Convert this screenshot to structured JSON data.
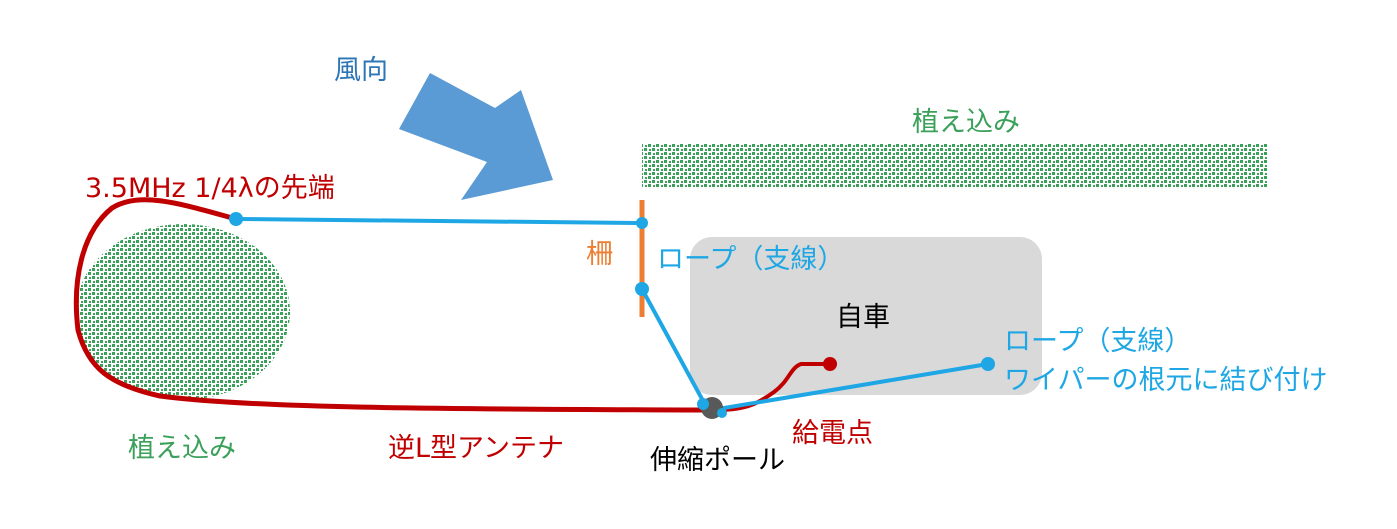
{
  "labels": {
    "wind": "風向",
    "hedge_top": "植え込み",
    "antenna_tip": "3.5MHz 1/4λの先端",
    "fence": "柵",
    "rope1": "ロープ（支線）",
    "car": "自車",
    "rope2_line1": "ロープ（支線）",
    "rope2_line2": "ワイパーの根元に結び付け",
    "hedge_left": "植え込み",
    "antenna": "逆L型アンテナ",
    "feed": "給電点",
    "pole": "伸縮ポール"
  },
  "colors": {
    "wind": "#5b9bd5",
    "hedge": "#3aa05a",
    "antenna": "#c00000",
    "rope": "#1ea7e4",
    "fence": "#ed7d31",
    "car": "#d9d9d9",
    "pole": "#595959",
    "text_dark": "#000000"
  }
}
